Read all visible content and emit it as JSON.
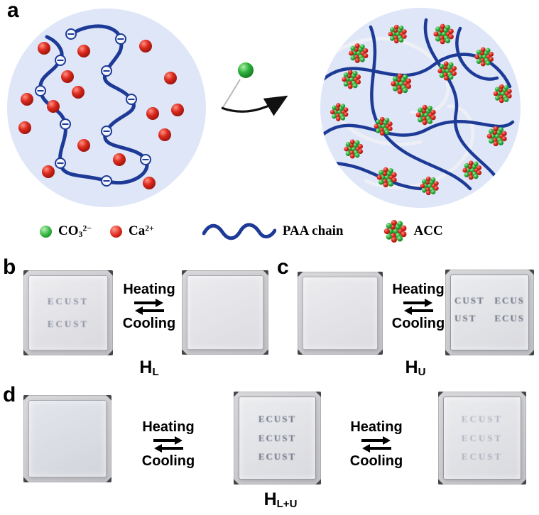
{
  "panel_a": {
    "label": "a",
    "legend": {
      "carbonate": {
        "base": "CO",
        "sub": "3",
        "sup": "2−"
      },
      "calcium": {
        "base": "Ca",
        "sup": "2+"
      },
      "paa": "PAA chain",
      "acc": "ACC"
    },
    "colors": {
      "carbonate_green": "#2eb33c",
      "calcium_red": "#dc2a1e",
      "chain_blue": "#1d3a96",
      "droplet_blue": "#dee6f8"
    }
  },
  "panel_b": {
    "label": "b",
    "transition": {
      "heating": "Heating",
      "cooling": "Cooling"
    },
    "caption": {
      "base": "H",
      "sub": "L"
    },
    "photo_before": {
      "stamp_rows": [
        "ECUST",
        "ECUST"
      ]
    },
    "photo_after": {
      "stamp_rows": []
    }
  },
  "panel_c": {
    "label": "c",
    "transition": {
      "heating": "Heating",
      "cooling": "Cooling"
    },
    "caption": {
      "base": "H",
      "sub": "U"
    },
    "photo_after": {
      "stamp_rows": [
        [
          "CUST",
          "ECUS"
        ],
        [
          "UST",
          "ECUS"
        ]
      ]
    }
  },
  "panel_d": {
    "label": "d",
    "transition_left": {
      "heating": "Heating",
      "cooling": "Cooling"
    },
    "transition_right": {
      "heating": "Heating",
      "cooling": "Cooling"
    },
    "caption": {
      "base": "H",
      "sub": "L+U"
    },
    "photo_middle": {
      "stamp_rows": [
        "ECUST",
        "ECUST",
        "ECUST"
      ]
    },
    "photo_right": {
      "stamp_rows": [
        "ECUST",
        "ECUST",
        "ECUST"
      ]
    }
  }
}
